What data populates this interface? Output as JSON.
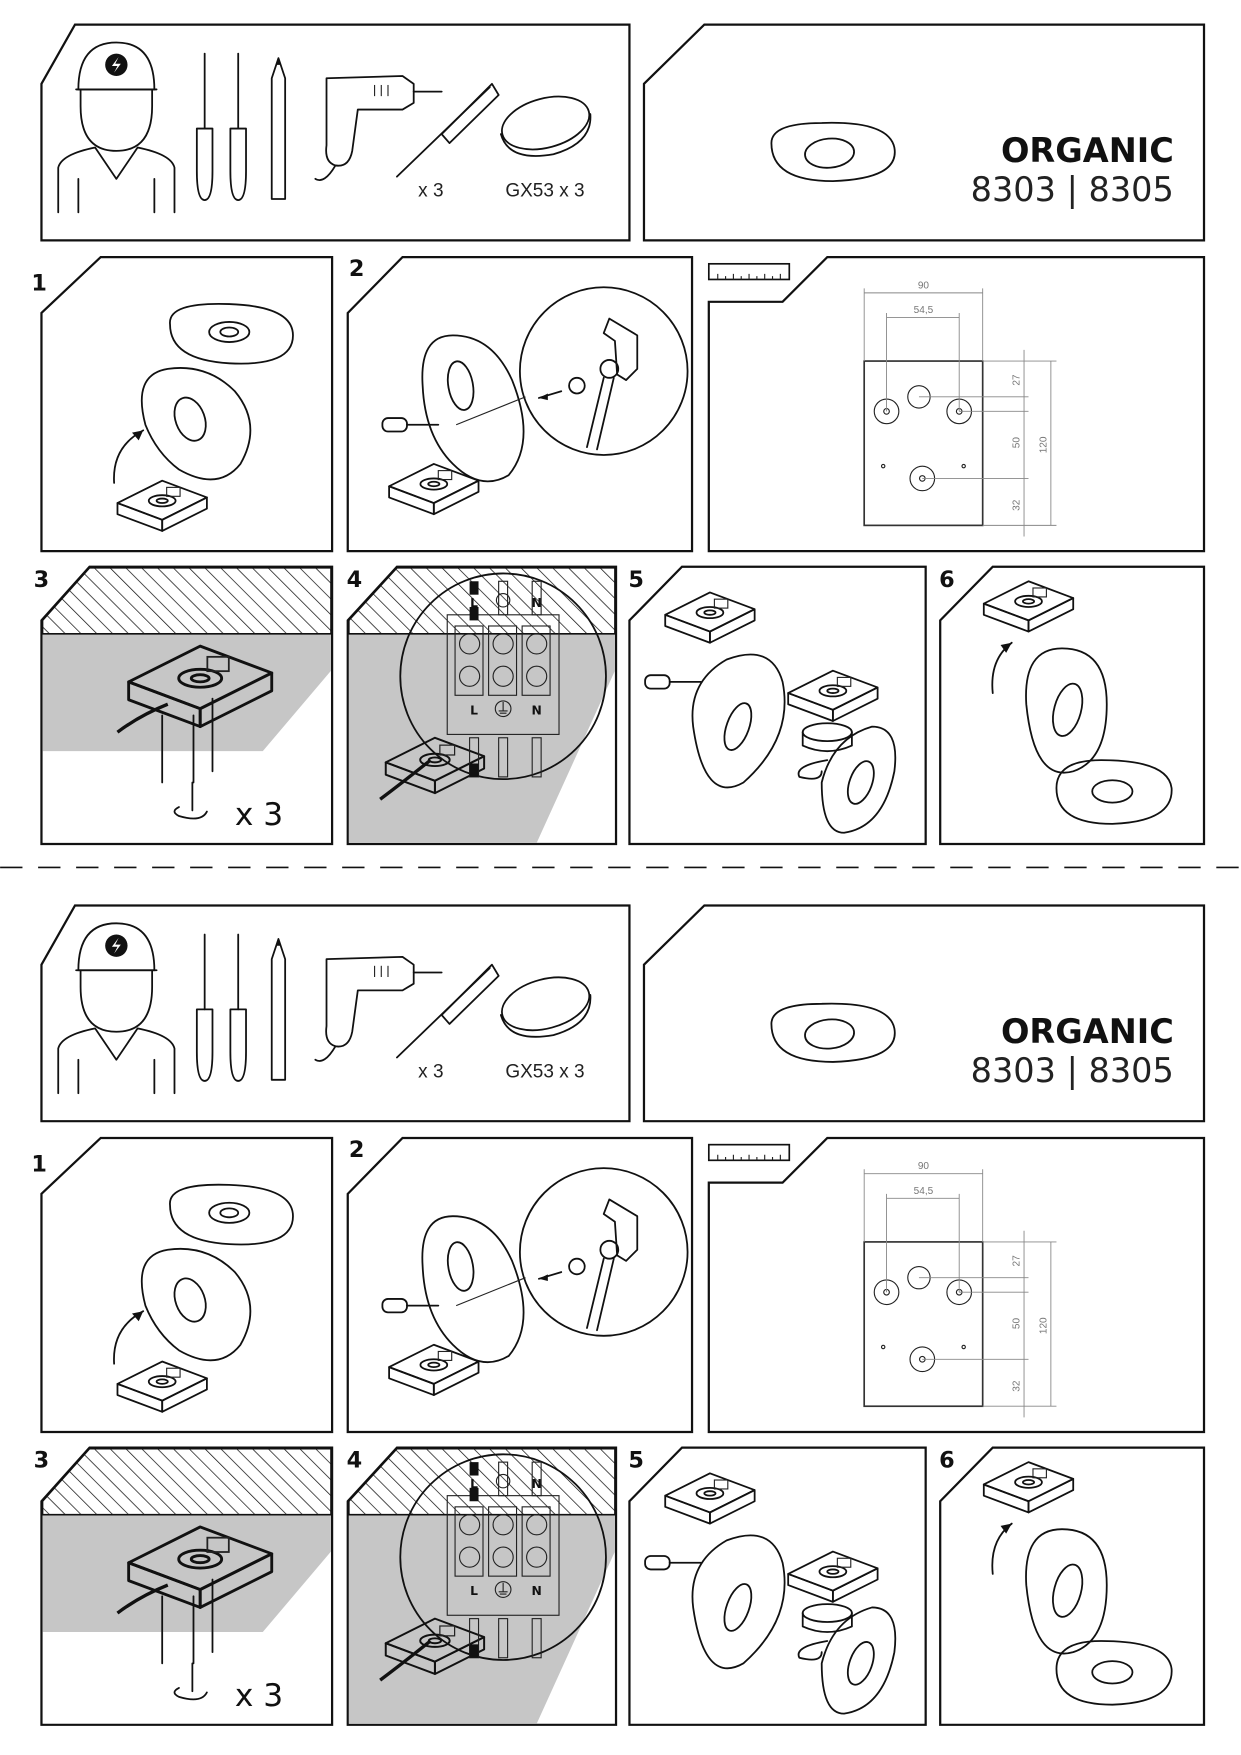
{
  "sections": [
    {
      "tools": {
        "anchor_qty": "x 3",
        "bulb_qty": "GX53 x 3"
      },
      "product": {
        "name": "ORGANIC",
        "codes": "8303 | 8305"
      },
      "steps": [
        "1",
        "2",
        "3",
        "4",
        "5",
        "6"
      ],
      "dimensions": {
        "width_outer": "90",
        "width_holes": "54,5",
        "top": "27",
        "middle": "50",
        "height": "120",
        "bottom": "32"
      },
      "wiring": {
        "live": "L",
        "neutral": "N"
      },
      "step3_qty": "x 3"
    },
    {
      "tools": {
        "anchor_qty": "x 3",
        "bulb_qty": "GX53 x 3"
      },
      "product": {
        "name": "ORGANIC",
        "codes": "8303 | 8305"
      },
      "steps": [
        "1",
        "2",
        "3",
        "4",
        "5",
        "6"
      ],
      "dimensions": {
        "width_outer": "90",
        "width_holes": "54,5",
        "top": "27",
        "middle": "50",
        "height": "120",
        "bottom": "32"
      },
      "wiring": {
        "live": "L",
        "neutral": "N"
      },
      "step3_qty": "x 3"
    }
  ],
  "colors": {
    "ink": "#111111",
    "shade": "#c6c6c6",
    "dimension": "#888888"
  }
}
